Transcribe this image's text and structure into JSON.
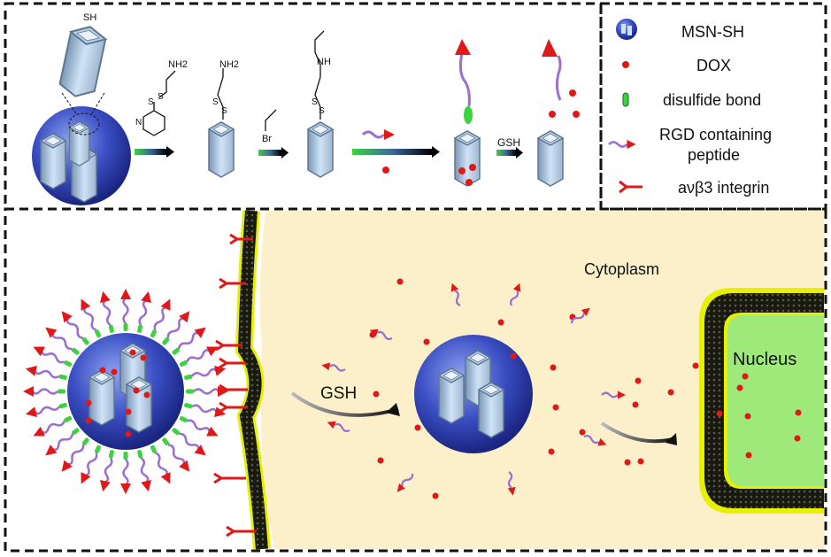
{
  "top_panel": {
    "labels": {
      "sh": "SH",
      "nh2_reagent": "NH2",
      "n_pyridine": "N",
      "s1": "S",
      "s2": "S",
      "nh2_product": "NH2",
      "br": "Br",
      "nh": "NH",
      "gsh": "GSH"
    }
  },
  "legend": {
    "items": [
      {
        "icon": "msn-sphere-icon",
        "label": "MSN-SH"
      },
      {
        "icon": "red-dot-icon",
        "label": "DOX"
      },
      {
        "icon": "green-capsule-icon",
        "label": "disulfide bond"
      },
      {
        "icon": "peptide-arrow-icon",
        "label": "RGD containing",
        "label2": "peptide"
      },
      {
        "icon": "integrin-y-icon",
        "label": "aνβ3 integrin"
      }
    ]
  },
  "bottom_panel": {
    "cytoplasm_label": "Cytoplasm",
    "nucleus_label": "Nucleus",
    "gsh_label": "GSH"
  },
  "colors": {
    "msn_blue": "#3b4fc4",
    "dox_red": "#e01818",
    "peptide_purple": "#9b6fd0",
    "disulfide_green": "#3ed23e",
    "cytoplasm": "#fbf0c9",
    "nucleus": "#9fe87a",
    "membrane_yellow": "#e6f000"
  }
}
